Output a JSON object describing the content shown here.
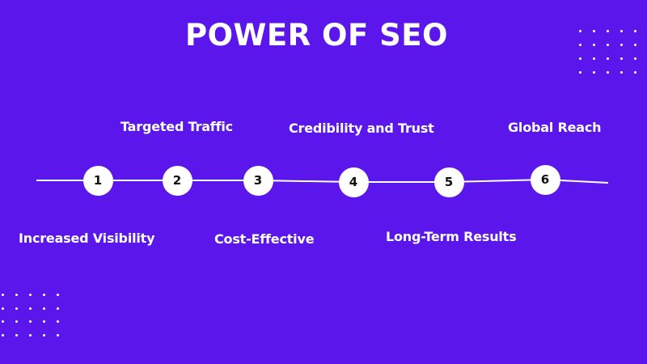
{
  "title": "POWER OF SEO",
  "colors": {
    "background": "#5b17eb",
    "foreground": "#ffffff",
    "node_text": "#111111"
  },
  "steps": [
    {
      "number": "1",
      "label": "Increased Visibility"
    },
    {
      "number": "2",
      "label": "Targeted Traffic"
    },
    {
      "number": "3",
      "label": "Cost-Effective"
    },
    {
      "number": "4",
      "label": "Credibility and Trust"
    },
    {
      "number": "5",
      "label": "Long-Term Results"
    },
    {
      "number": "6",
      "label": "Global Reach"
    }
  ]
}
